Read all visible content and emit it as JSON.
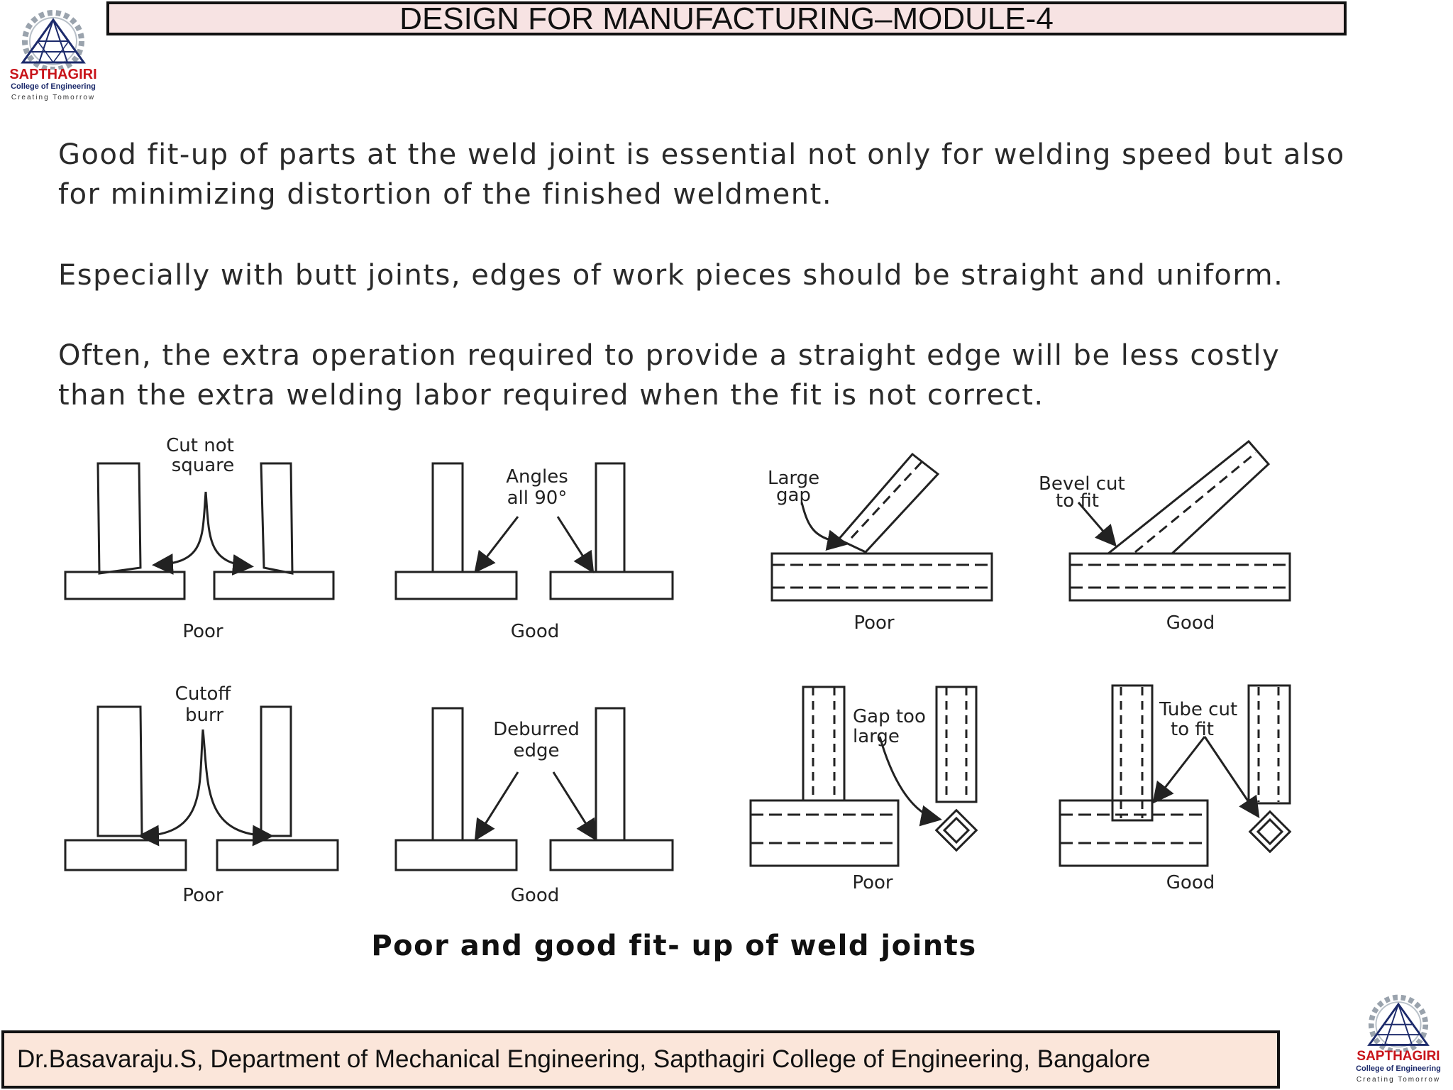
{
  "header": {
    "title": "DESIGN FOR MANUFACTURING–MODULE-4"
  },
  "logo": {
    "name": "SAPTHAGIRI",
    "subtitle": "College of Engineering",
    "tagline": "Creating Tomorrow"
  },
  "body": {
    "paragraphs": [
      "Good fit-up of parts at the weld joint is essential not only for welding speed but also for minimizing distortion of the finished weldment.",
      "Especially with butt joints, edges of work pieces should be straight and uniform.",
      "Often, the extra operation required to provide a straight edge will be less costly than the extra welding labor required when the fit is not correct."
    ]
  },
  "figure": {
    "labels": {
      "cut_not": "Cut not",
      "square": "square",
      "angles": "Angles",
      "all90": "all 90°",
      "large": "Large",
      "gap": "gap",
      "bevel_cut": "Bevel cut",
      "to_fit": "to fit",
      "cutoff": "Cutoff",
      "burr": "burr",
      "deburred": "Deburred",
      "edge": "edge",
      "gap_too": "Gap too",
      "large2": "large",
      "tube_cut": "Tube cut",
      "to_fit2": "to fit",
      "poor": "Poor",
      "good": "Good"
    },
    "caption": "Poor and good fit- up of weld joints"
  },
  "footer": {
    "text": "Dr.Basavaraju.S, Department of Mechanical Engineering, Sapthagiri College of Engineering, Bangalore"
  }
}
